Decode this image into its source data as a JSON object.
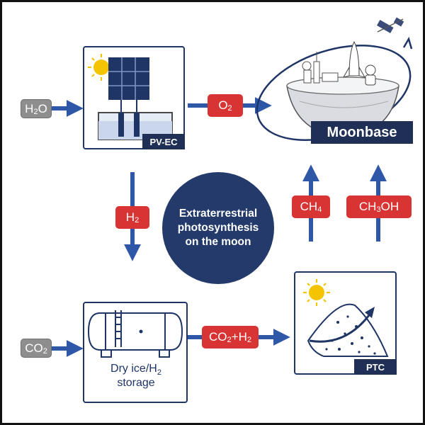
{
  "inputs": {
    "water": {
      "base": "H",
      "sub": "2",
      "rest": "O"
    },
    "carbon_dioxide": {
      "base": "CO",
      "sub": "2",
      "rest": ""
    }
  },
  "pv_ec": {
    "label": "PV-EC"
  },
  "moonbase": {
    "label": "Moonbase"
  },
  "ptc": {
    "label": "PTC"
  },
  "flows": {
    "oxygen": {
      "base": "O",
      "sub": "2",
      "rest": ""
    },
    "hydrogen": {
      "base": "H",
      "sub": "2",
      "rest": ""
    },
    "methane": {
      "base": "CH",
      "sub": "4",
      "rest": ""
    },
    "methanol": {
      "base": "CH",
      "sub": "3",
      "rest": "OH"
    },
    "co2_h2": {
      "base": "CO",
      "sub": "2",
      "rest": "+H",
      "sub2": "2"
    }
  },
  "center": {
    "line1": "Extraterrestrial",
    "line2": "photosynthesis",
    "line3": "on the moon"
  },
  "storage": {
    "line1_base": "Dry ice/H",
    "line1_sub": "2",
    "line2": "storage"
  },
  "colors": {
    "navy": "#1f3566",
    "arrow_blue": "#2f57a8",
    "red": "#d93434",
    "gray": "#8e8e8e",
    "sun": "#f5c400"
  }
}
